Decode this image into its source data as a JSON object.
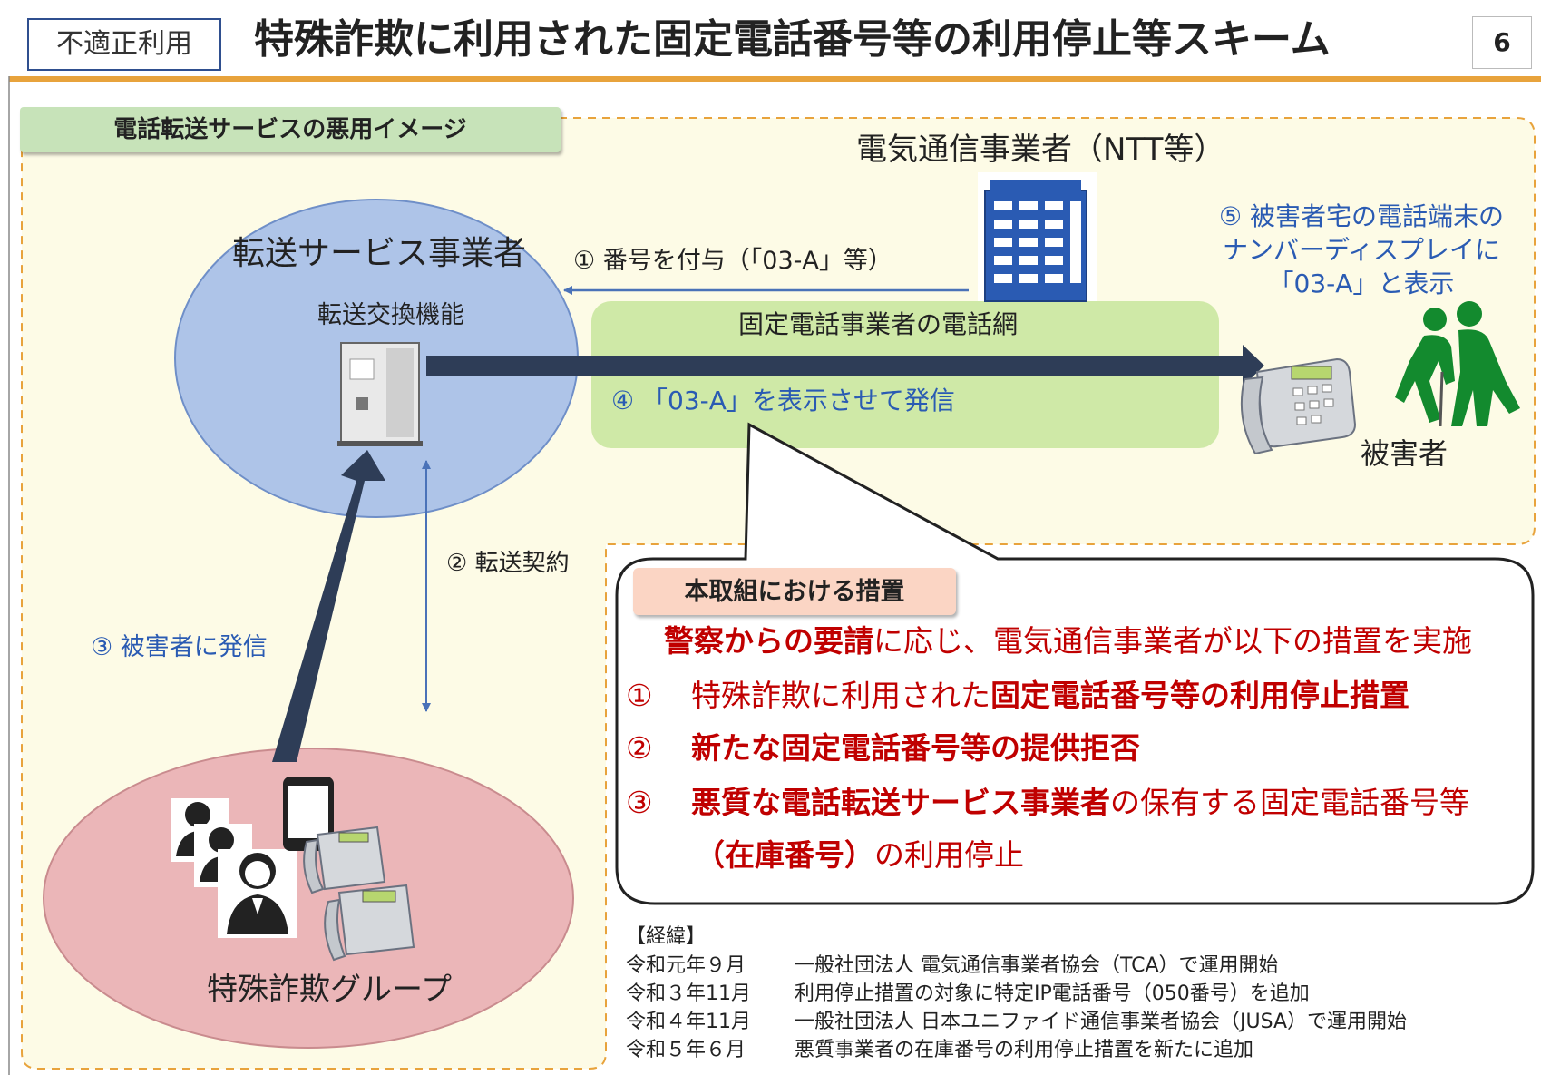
{
  "header": {
    "category": "不適正利用",
    "title": "特殊詐欺に利用された固定電話番号等の利用停止等スキーム",
    "page_number": "6"
  },
  "colors": {
    "accent_orange": "#e8a33c",
    "scenario_bg": "#fdfbe6",
    "forwarding_circle": "#aec4e8",
    "fraud_circle": "#ebb6b8",
    "network_box": "#cfe9a7",
    "emphasis_red": "#c00000",
    "victim_green": "#138a2e",
    "arrow_navy": "#2e3d57"
  },
  "diagram": {
    "scenario_label": "電話転送サービスの悪用イメージ",
    "carrier_label": "電気通信事業者（NTT等）",
    "forwarding_provider_label": "転送サービス事業者",
    "switch_label": "転送交換機能",
    "network_label": "固定電話事業者の電話網",
    "step1": "① 番号を付与（「03-A」等）",
    "step2": "② 転送契約",
    "step3": "③ 被害者に発信",
    "step4": "④ 「03-A」を表示させて発信",
    "step5": [
      "⑤ 被害者宅の電話端末の",
      "ナンバーディスプレイに",
      "「03-A」と表示"
    ],
    "victim_label": "被害者",
    "fraud_group_label": "特殊詐欺グループ"
  },
  "measures": {
    "heading": "本取組における措置",
    "lead_bold": "警察からの要請",
    "lead_rest": "に応じ、電気通信事業者が以下の措置を実施",
    "items": [
      {
        "num": "①",
        "pre": "特殊詐欺に利用された",
        "bold": "固定電話番号等の利用停止措置",
        "post": ""
      },
      {
        "num": "②",
        "pre": "",
        "bold": "新たな固定電話番号等の提供拒否",
        "post": ""
      },
      {
        "num": "③",
        "pre": "",
        "bold": "悪質な電話転送サービス事業者",
        "post": "の保有する固定電話番号等"
      }
    ],
    "item3_line2_bold": "（在庫番号）",
    "item3_line2_rest": "の利用停止"
  },
  "history": {
    "heading": "【経緯】",
    "entries": [
      {
        "date": "令和元年９月",
        "text": "一般社団法人 電気通信事業者協会（TCA）で運用開始"
      },
      {
        "date": "令和３年11月",
        "text": "利用停止措置の対象に特定IP電話番号（050番号）を追加"
      },
      {
        "date": "令和４年11月",
        "text": "一般社団法人 日本ユニファイド通信事業者協会（JUSA）で運用開始"
      },
      {
        "date": "令和５年６月",
        "text": "悪質事業者の在庫番号の利用停止措置を新たに追加"
      }
    ]
  }
}
